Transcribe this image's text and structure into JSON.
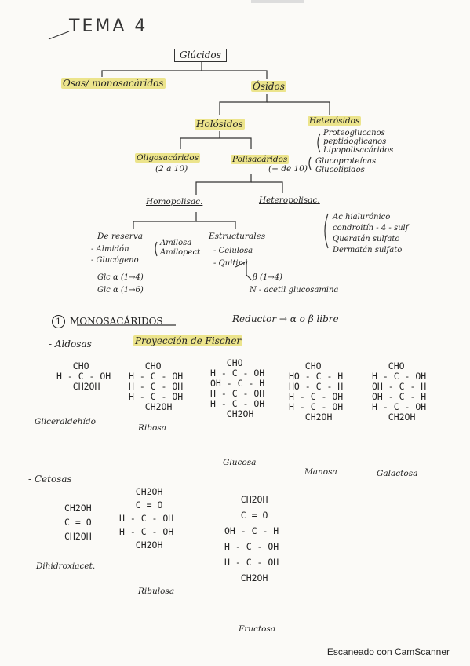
{
  "title": "TEMA 4",
  "tree": {
    "root": "Glúcidos",
    "osas": "Osas/ monosacáridos",
    "osidos": "Ósidos",
    "holosidos": "Holósidos",
    "heterosidos": "Heterósidos",
    "oligosacaridos": "Oligosacáridos",
    "oligo_range": "(2 a 10)",
    "polisacaridos": "Polisacáridos",
    "poli_range": "(+ de 10)",
    "heterosidos_list": [
      "Proteoglucanos",
      "peptidoglicanos",
      "Lipopolisacáridos"
    ],
    "hetero_list2": [
      "Glucoproteínas",
      "Glucolípidos"
    ],
    "homopolisac": "Homopolisac.",
    "heteropolisac": "Heteropolisac.",
    "heteropoli_list": [
      "Ac hialurónico",
      "condroitín - 4 - sulf",
      "Queratán sulfato",
      "Dermatán sulfato"
    ],
    "de_reserva": "De reserva",
    "almidon": "- Almidón",
    "glucogeno": "- Glucógeno",
    "amilosa": "Amilosa",
    "amilopect": "Amilopect",
    "estructurales": "Estructurales",
    "celulosa": "- Celulosa",
    "quitina": "- Quitina",
    "glc1": "Glc α (1→4)",
    "glc2": "Glc α (1→6)",
    "beta": "β (1→4)",
    "nacetil": "N - acetil glucosamina"
  },
  "section": {
    "number": "1",
    "heading": "MONOSACÁRIDOS",
    "reductor": "Reductor → α o β libre",
    "aldosas": "- Aldosas",
    "fischer": "Proyección de Fischer",
    "cetosas": "- Cetosas"
  },
  "aldoses": {
    "gliceraldehido": {
      "lines": [
        "   CHO",
        "H - C - OH",
        "   CH2OH"
      ],
      "name": "Gliceraldehído"
    },
    "ribosa": {
      "lines": [
        "   CHO",
        "H - C - OH",
        "H - C - OH",
        "H - C - OH",
        "   CH2OH"
      ],
      "name": "Ribosa"
    },
    "glucosa": {
      "lines": [
        "   CHO",
        "H - C - OH",
        "OH - C - H",
        "H - C - OH",
        "H - C - OH",
        "   CH2OH"
      ],
      "name": "Glucosa"
    },
    "manosa": {
      "lines": [
        "   CHO",
        "HO - C - H",
        "HO - C - H",
        "H - C - OH",
        "H - C - OH",
        "   CH2OH"
      ],
      "name": "Manosa"
    },
    "galactosa": {
      "lines": [
        "   CHO",
        "H - C - OH",
        "OH - C - H",
        "OH - C - H",
        "H - C - OH",
        "   CH2OH"
      ],
      "name": "Galactosa"
    }
  },
  "ketoses": {
    "dihidroxiacetona": {
      "lines": [
        "CH2OH",
        "C = O",
        "CH2OH"
      ],
      "name": "Dihidroxiacet."
    },
    "ribulosa": {
      "lines": [
        "   CH2OH",
        "   C = O",
        "H - C - OH",
        "H - C - OH",
        "   CH2OH"
      ],
      "name": "Ribulosa"
    },
    "fructosa": {
      "lines": [
        "   CH2OH",
        "   C = O",
        "OH - C - H",
        "H - C - OH",
        "H - C - OH",
        "   CH2OH"
      ],
      "name": "Fructosa"
    }
  },
  "footer": "Escaneado con CamScanner"
}
